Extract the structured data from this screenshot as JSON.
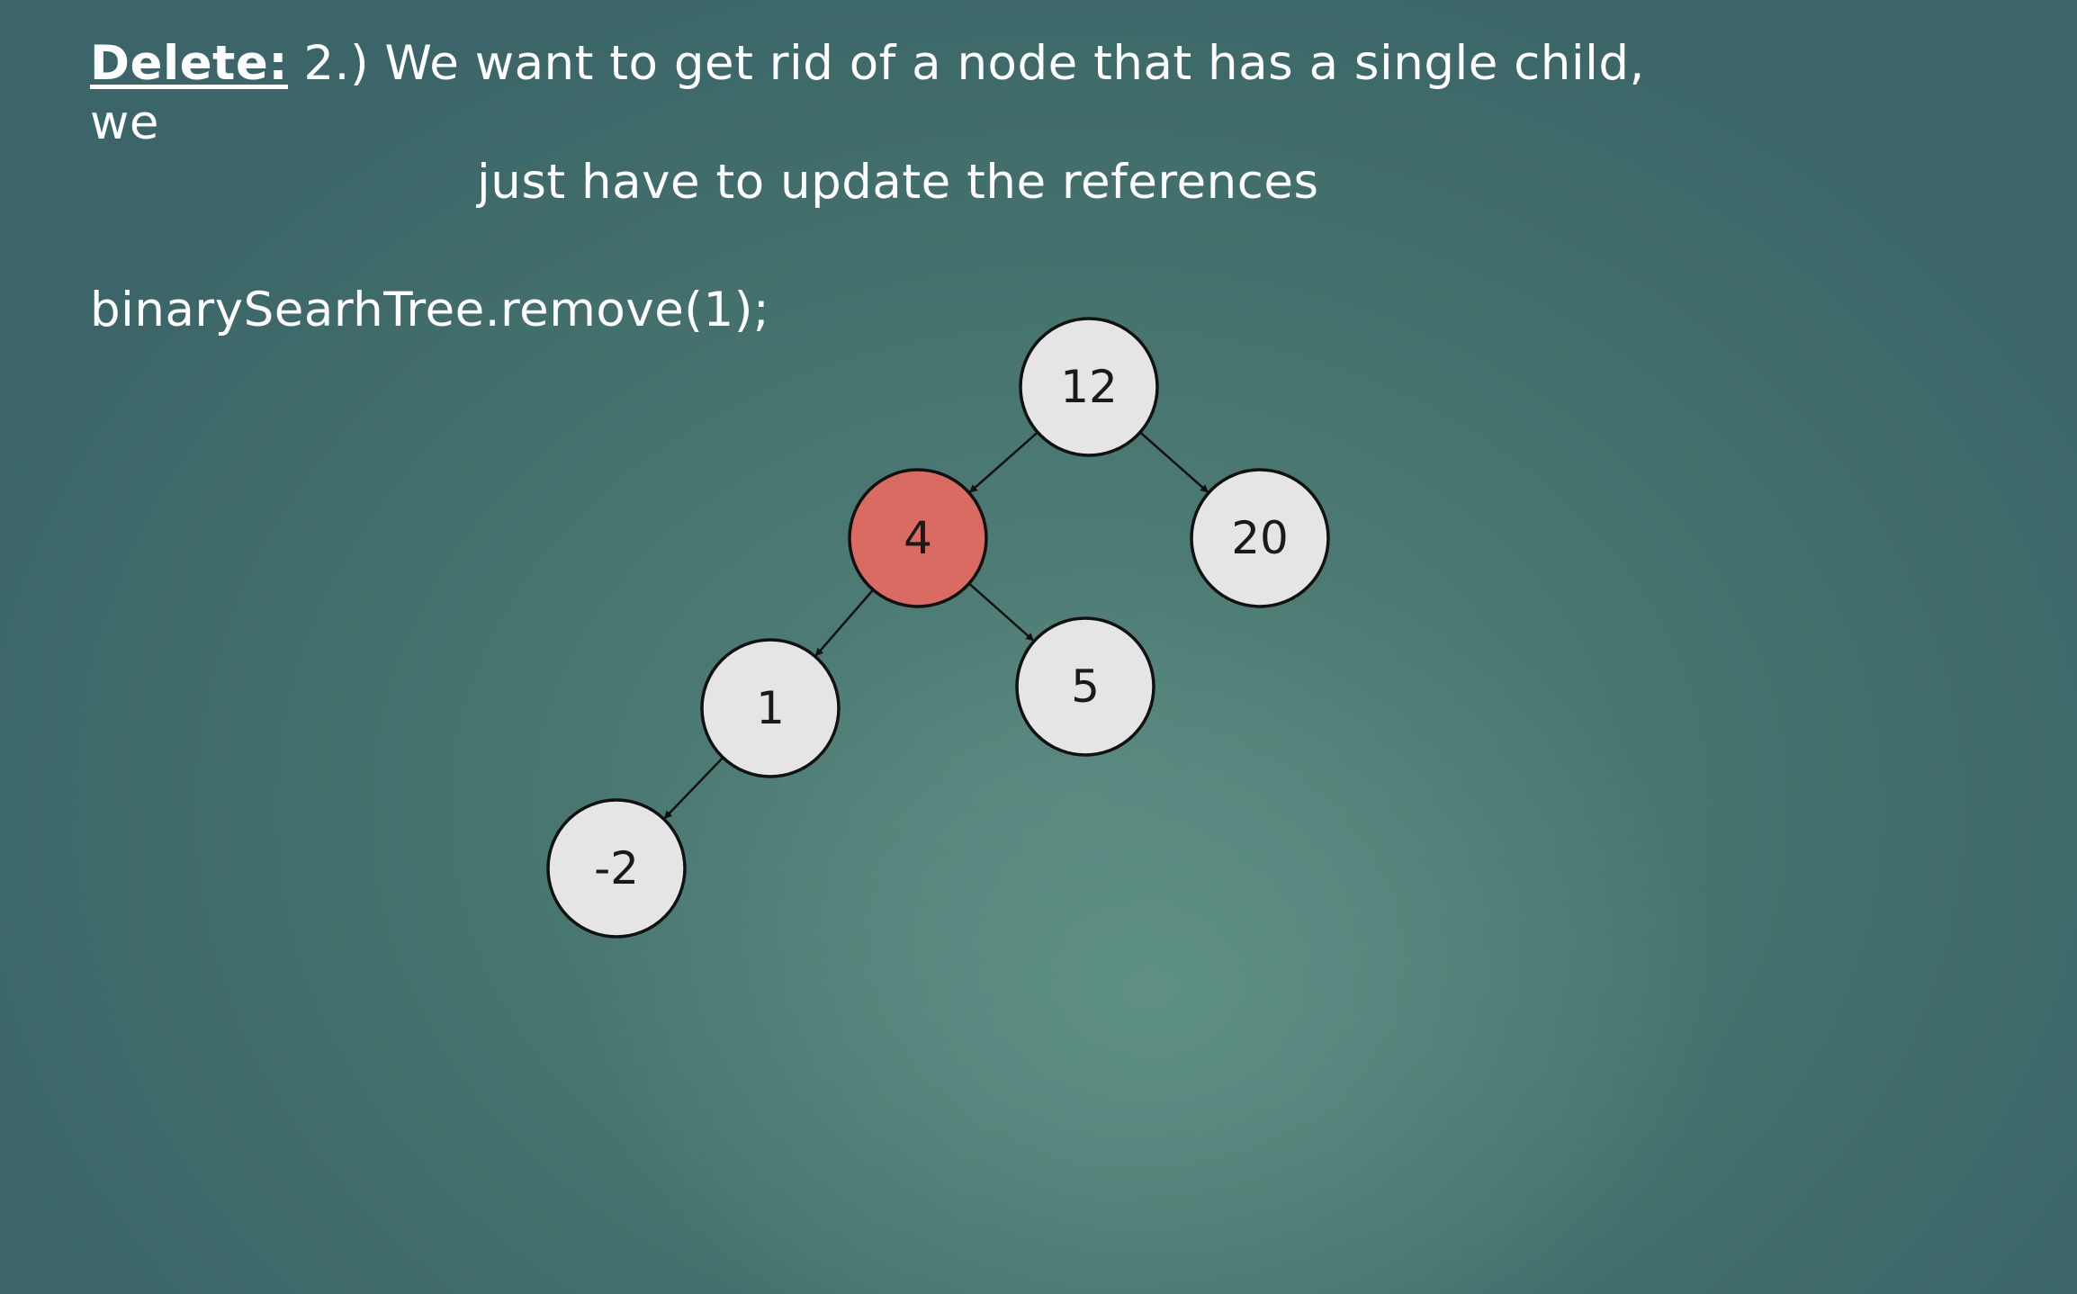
{
  "slide": {
    "heading_keyword": "Delete:",
    "heading_line1": " 2.) We want to get rid of a node that has a single child, we",
    "heading_line2": "just have to update the references",
    "code": "binarySearhTree.remove(1);"
  },
  "tree": {
    "colors": {
      "node_fill": "#e5e5e5",
      "highlight_fill": "#d96b62",
      "stroke": "#111111"
    },
    "nodes": [
      {
        "id": "n12",
        "label": "12",
        "highlighted": false
      },
      {
        "id": "n4",
        "label": "4",
        "highlighted": true
      },
      {
        "id": "n20",
        "label": "20",
        "highlighted": false
      },
      {
        "id": "n1",
        "label": "1",
        "highlighted": false
      },
      {
        "id": "n5",
        "label": "5",
        "highlighted": false
      },
      {
        "id": "nm2",
        "label": "-2",
        "highlighted": false
      }
    ],
    "edges": [
      {
        "from": "n12",
        "to": "n4"
      },
      {
        "from": "n12",
        "to": "n20"
      },
      {
        "from": "n4",
        "to": "n1"
      },
      {
        "from": "n4",
        "to": "n5"
      },
      {
        "from": "n1",
        "to": "nm2"
      }
    ]
  }
}
